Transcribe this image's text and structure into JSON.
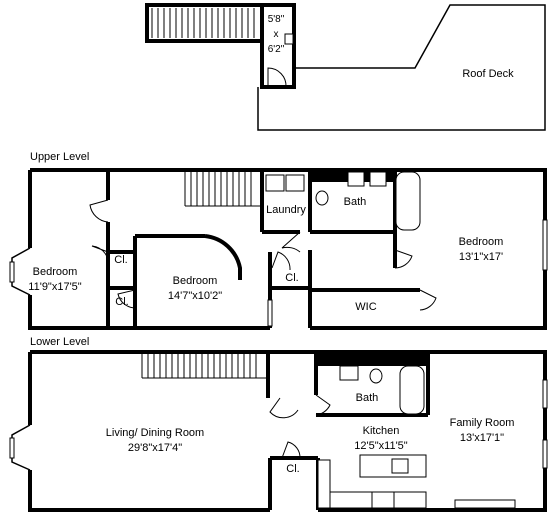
{
  "roof": {
    "closet_size_line1": "5'8\"",
    "closet_size_line2": "x",
    "closet_size_line3": "6'2\"",
    "deck_label": "Roof Deck"
  },
  "upper": {
    "level_label": "Upper Level",
    "bedroom_left": {
      "name": "Bedroom",
      "size": "11'9\"x17'5\""
    },
    "bedroom_mid": {
      "name": "Bedroom",
      "size": "14'7\"x10'2\""
    },
    "bedroom_right": {
      "name": "Bedroom",
      "size": "13'1\"x17'"
    },
    "closet_a": "Cl.",
    "closet_b": "Cl.",
    "closet_c": "Cl.",
    "laundry": "Laundry",
    "bath": "Bath",
    "wic": "WIC"
  },
  "lower": {
    "level_label": "Lower Level",
    "living": {
      "name": "Living/ Dining Room",
      "size": "29'8\"x17'4\""
    },
    "kitchen": {
      "name": "Kitchen",
      "size": "12'5\"x11'5\""
    },
    "family": {
      "name": "Family Room",
      "size": "13'x17'1\""
    },
    "bath": "Bath",
    "closet": "Cl."
  }
}
